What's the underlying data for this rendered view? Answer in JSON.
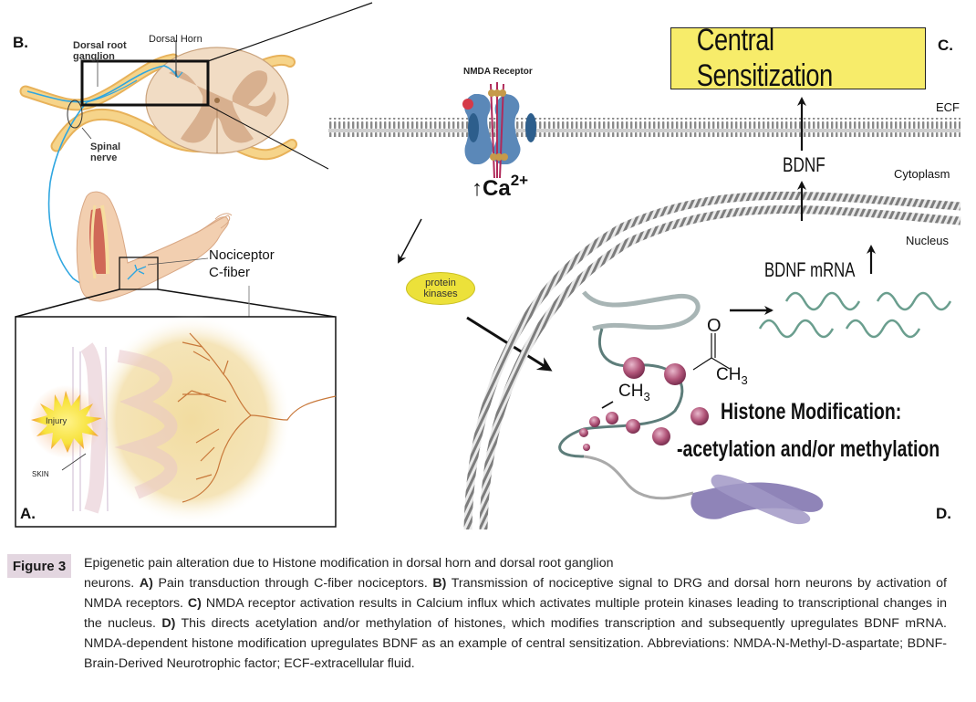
{
  "figure": {
    "panels": {
      "A": "A.",
      "B": "B.",
      "C": "C.",
      "D": "D."
    },
    "labels": {
      "dorsal_root_ganglion_line1": "Dorsal root",
      "dorsal_root_ganglion_line2": "ganglion",
      "dorsal_horn": "Dorsal Horn",
      "spinal_nerve_line1": "Spinal",
      "spinal_nerve_line2": "nerve",
      "nociceptor_line1": "Nociceptor",
      "nociceptor_line2": "C-fiber",
      "injury": "Injury",
      "skin": "SKIN",
      "nmda_receptor": "NMDA Receptor",
      "calcium_arrow": "↑",
      "calcium": "Ca",
      "calcium_charge": "2+",
      "central_sensitization": "Central Sensitization",
      "ecf": "ECF",
      "cytoplasm": "Cytoplasm",
      "nucleus": "Nucleus",
      "bdnf": "BDNF",
      "bdnf_mrna": "BDNF mRNA",
      "protein_kinases_line1": "protein",
      "protein_kinases_line2": "kinases",
      "acetyl_o": "O",
      "acetyl_ch3": "CH",
      "methyl_ch3": "CH",
      "sub3": "3",
      "histone_title": "Histone Modification:",
      "histone_subtitle": "-acetylation and/or methylation"
    },
    "colors": {
      "sensitization_box": "#f7ec6a",
      "kinase_ellipse": "#ece13a",
      "nerve_fiber": "#2fa6e0",
      "nerve_sheath": "#f2c46a",
      "spinal_cord_white": "#f1dcc4",
      "spinal_cord_grey": "#d4a886",
      "receptor": "#5b88b8",
      "nucleosome": "#b2567a",
      "chromosome": "#8f84b8",
      "figure_badge": "#e3d6e0"
    }
  },
  "caption": {
    "badge": "Figure 3",
    "first_line": "Epigenetic pain alteration due to Histone modification in dorsal horn and dorsal root ganglion",
    "seg_1": "neurons. ",
    "label_a": "A)",
    "seg_2": " Pain transduction through C-fiber nociceptors. ",
    "label_b": "B)",
    "seg_3": " Transmission of nociceptive signal to DRG and dorsal horn neurons by activation of NMDA receptors. ",
    "label_c": "C)",
    "seg_4": " NMDA receptor activation results in Calcium influx which activates multiple protein kinases leading to transcriptional changes in the nucleus. ",
    "label_d": "D)",
    "seg_5": " This directs acetylation and/or methylation of histones, which modifies transcription and subsequently upregulates BDNF mRNA. NMDA-dependent histone modification upregulates BDNF as an example of central sensitization. Abbreviations: NMDA-N-Methyl-D-aspartate; BDNF-Brain-Derived Neurotrophic factor; ECF-extracellular fluid."
  }
}
